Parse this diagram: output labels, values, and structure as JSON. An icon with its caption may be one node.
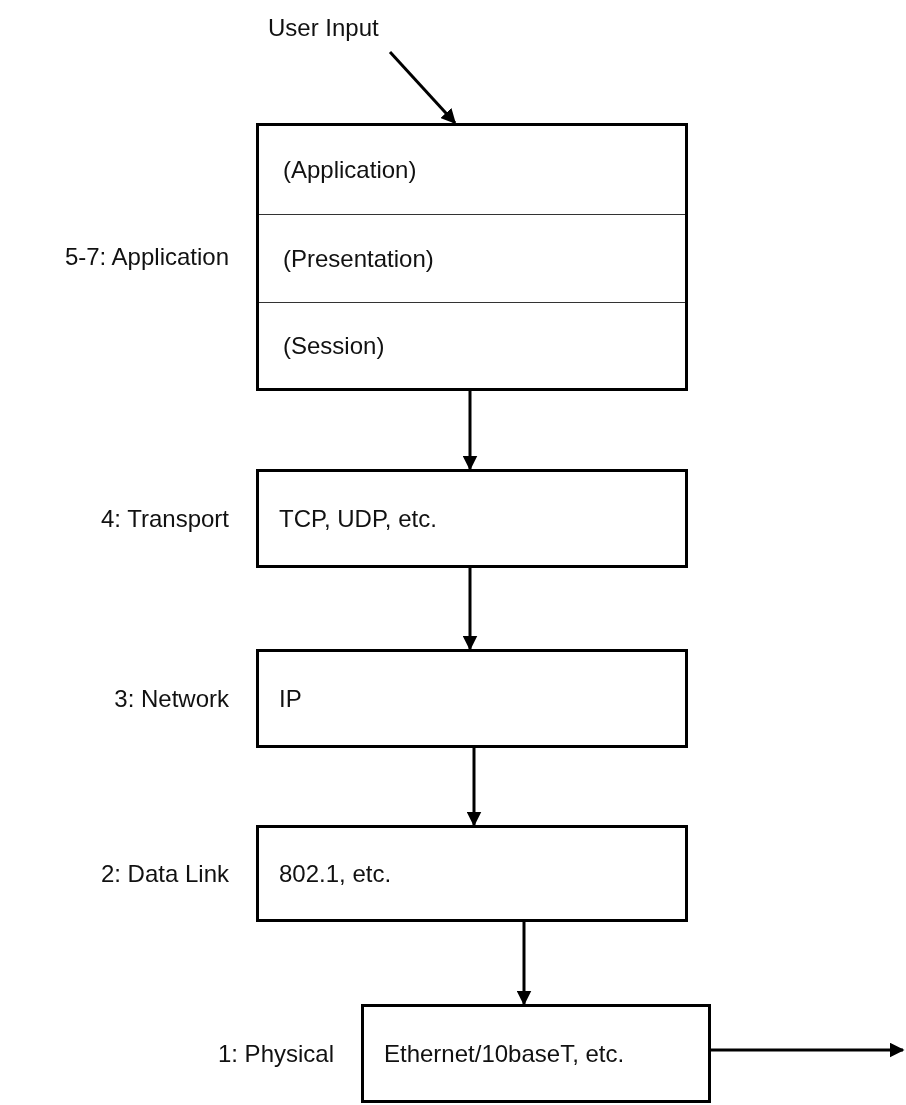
{
  "diagram": {
    "nodes": [
      {
        "text": [
          "User Input"
        ]
      },
      {
        "text": [],
        "shape": "box",
        "beside": [
          "5-7: Application"
        ]
      },
      {
        "text": [
          "(Application)"
        ],
        "in": 1
      },
      {
        "text": [
          "(Presentation)"
        ],
        "in": 1
      },
      {
        "text": [
          "(Session)"
        ],
        "in": 1
      },
      {
        "text": [
          "TCP, UDP, etc."
        ],
        "beside": [
          "4: Transport"
        ]
      },
      {
        "text": [
          "IP"
        ],
        "beside": [
          "3: Network"
        ]
      },
      {
        "text": [
          "802.1, etc."
        ],
        "beside": [
          "2: Data Link"
        ]
      },
      {
        "text": [
          "Ethernet/10baseT, etc."
        ],
        "beside": [
          "1: Physical"
        ]
      }
    ],
    "edges": [
      {
        "from": 0,
        "to": 1,
        "arrow": "to"
      },
      {
        "from": 1,
        "to": 5,
        "arrow": "to"
      },
      {
        "from": 5,
        "to": 6,
        "arrow": "to"
      },
      {
        "from": 6,
        "to": 7,
        "arrow": "to"
      },
      {
        "from": 7,
        "to": 8,
        "arrow": "to"
      },
      {
        "from": 8,
        "to": null,
        "arrow": "to"
      }
    ]
  }
}
